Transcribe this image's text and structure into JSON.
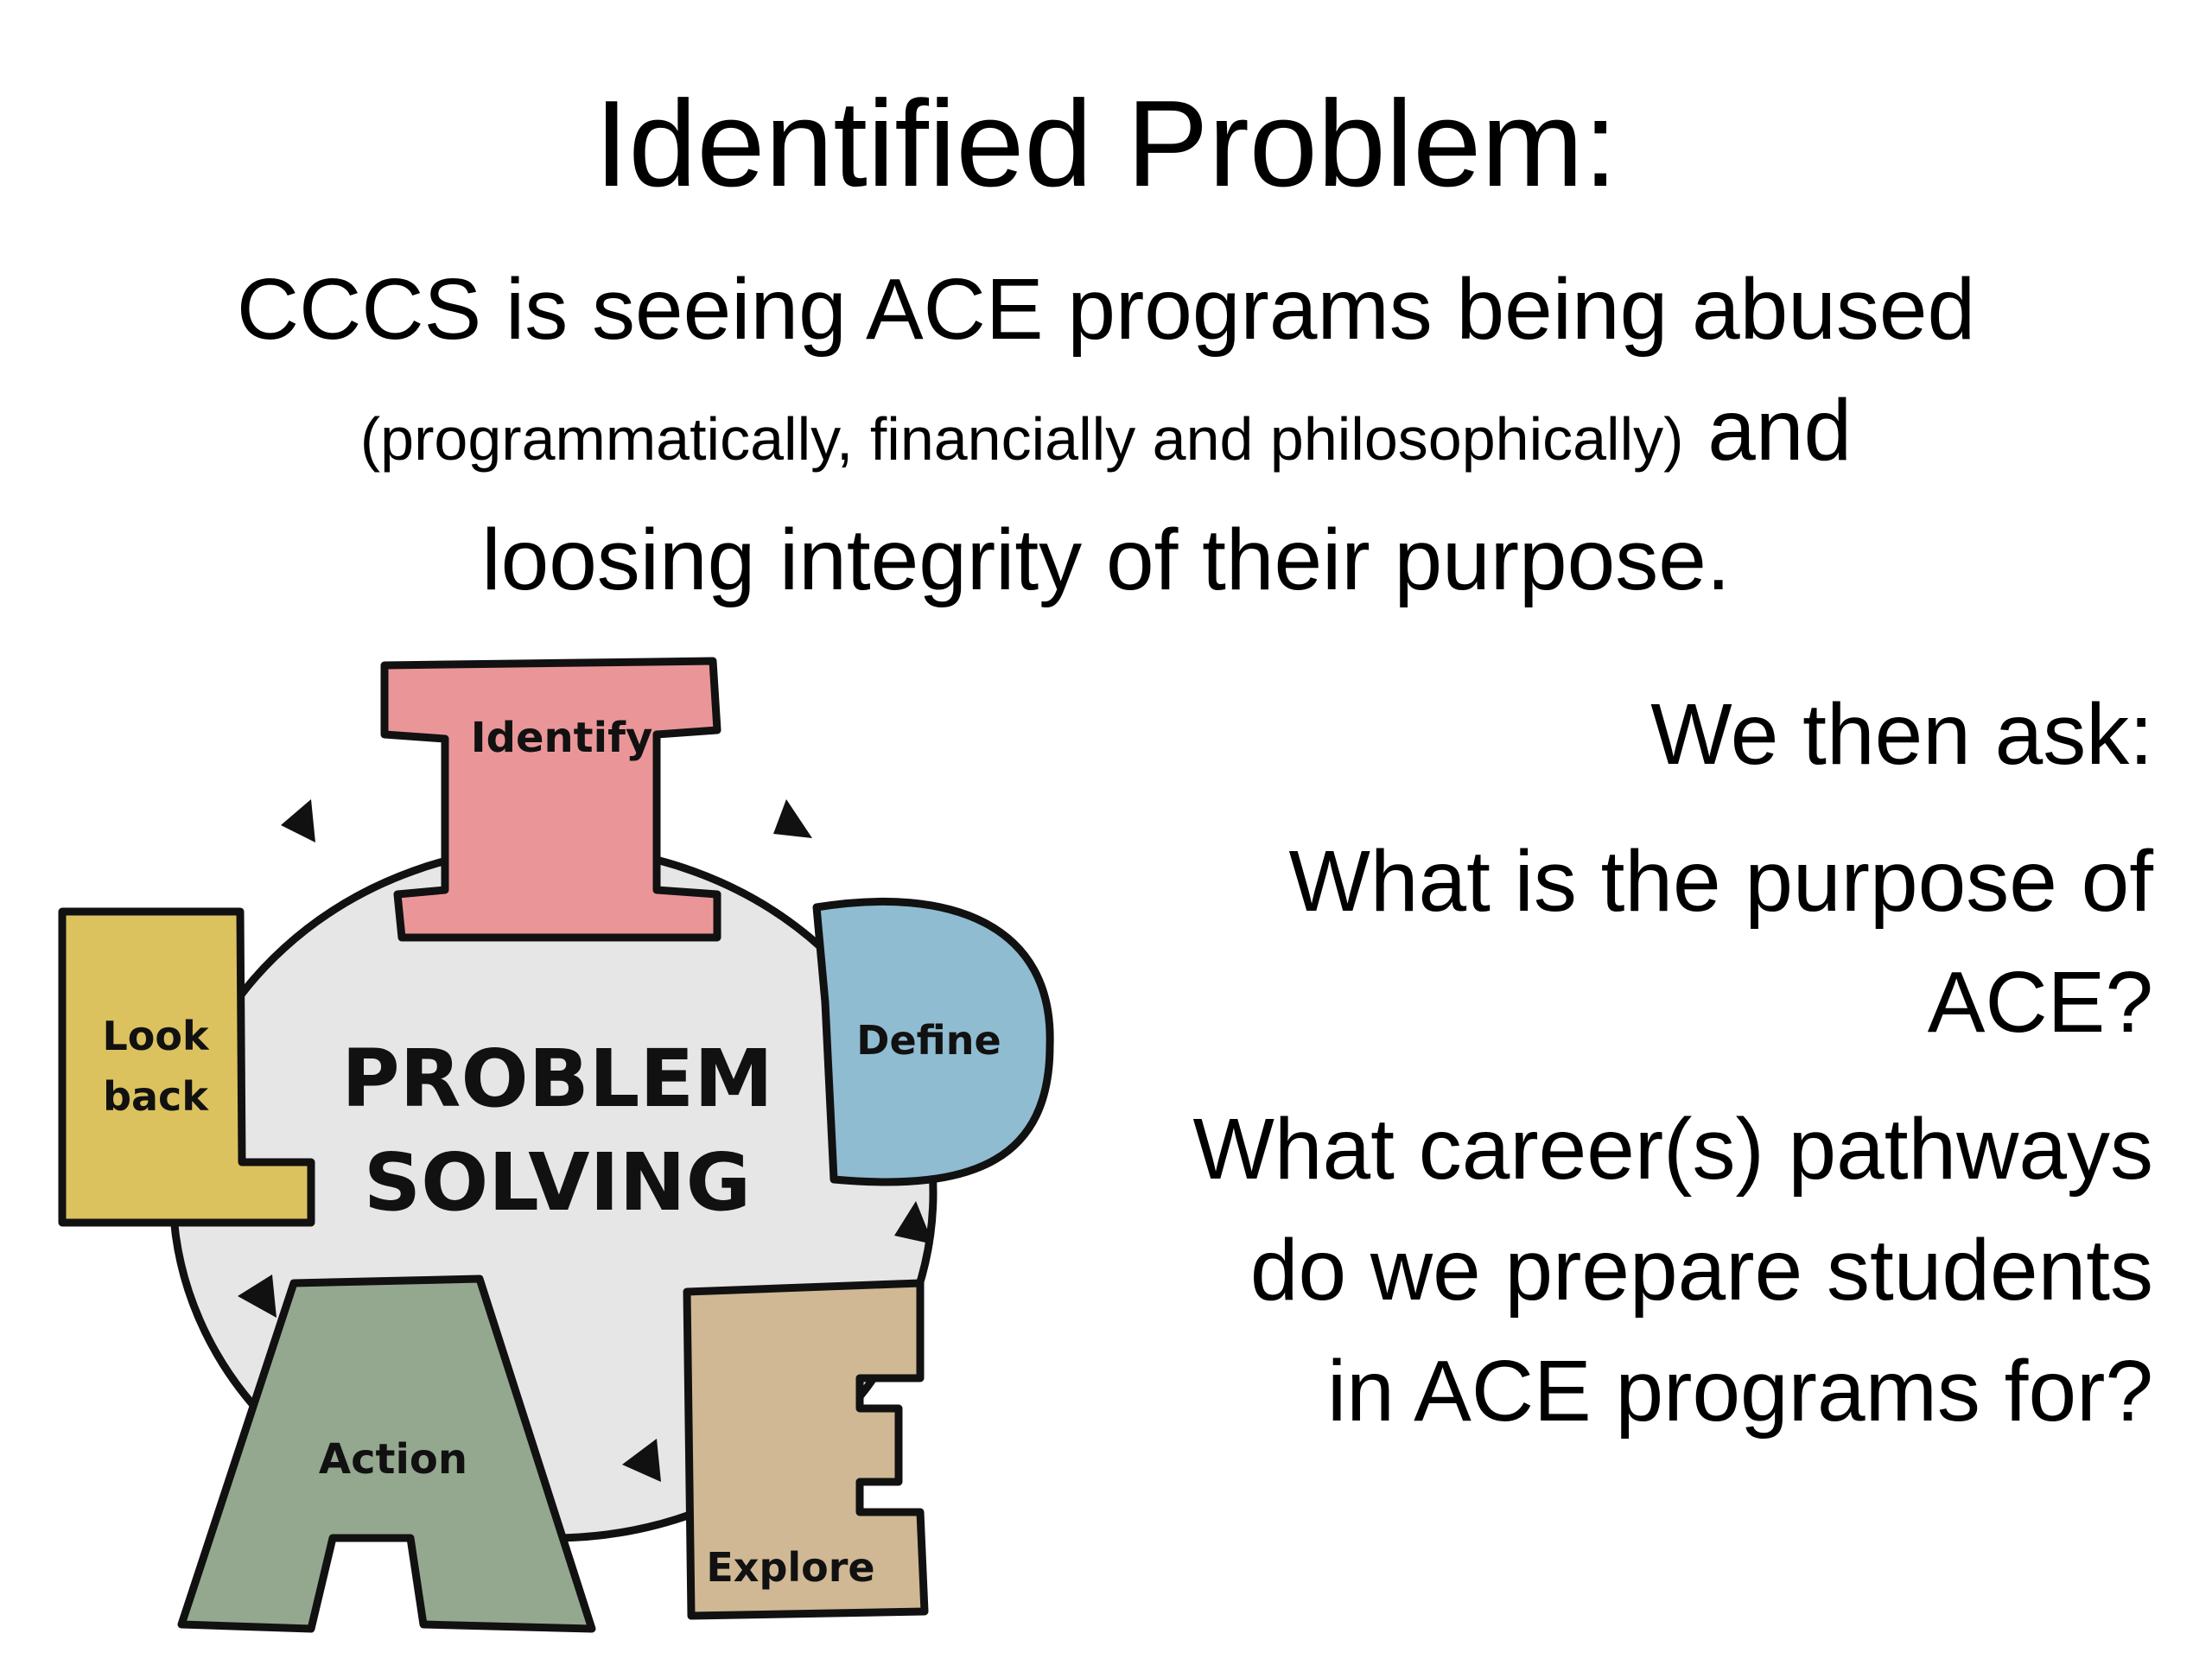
{
  "slide": {
    "title": "Identified Problem:",
    "problem": {
      "part1": "CCCS is seeing ACE programs being abused",
      "aside": "(programmatically, financially and philosophically)",
      "part2": "and",
      "part3": "loosing integrity of their purpose."
    }
  },
  "diagram": {
    "center_line1": "PROBLEM",
    "center_line2": "SOLVING",
    "steps": [
      {
        "letter": "I",
        "label": "Identify",
        "color": "#ea9699"
      },
      {
        "letter": "D",
        "label": "Define",
        "color": "#8fbcd1"
      },
      {
        "letter": "E",
        "label": "Explore",
        "color": "#cfb893"
      },
      {
        "letter": "A",
        "label": "Action",
        "color": "#94a78f"
      },
      {
        "letter": "L",
        "label": "Look",
        "label2": "back",
        "color": "#dcc25f"
      }
    ],
    "circle_color": "#e6e6e6"
  },
  "questions": {
    "intro": "We then ask:",
    "q1_line1": "What is the purpose of",
    "q1_line2": "ACE?",
    "q2_line1": "What career(s) pathways",
    "q2_line2": "do we prepare students",
    "q2_line3": "in ACE programs for?"
  }
}
